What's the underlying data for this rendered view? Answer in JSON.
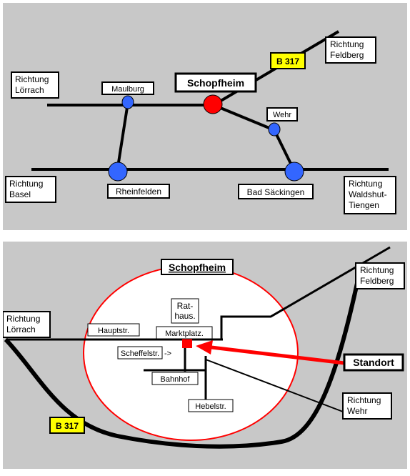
{
  "map_top": {
    "towns": {
      "schopfheim": "Schopfheim",
      "maulburg": "Maulburg",
      "wehr": "Wehr",
      "rheinfelden": "Rheinfelden",
      "bad_saeckingen": "Bad Säckingen"
    },
    "road_badge": "B 317",
    "directions": {
      "feldberg": [
        "Richtung",
        "Feldberg"
      ],
      "loerrach": [
        "Richtung",
        "Lörrach"
      ],
      "basel": [
        "Richtung",
        "Basel"
      ],
      "waldshut": [
        "Richtung",
        "Waldshut-",
        "Tiengen"
      ]
    },
    "colors": {
      "city": "#ff0000",
      "town": "#3366ff",
      "badge": "#ffff00",
      "background": "#c8c8c8"
    }
  },
  "map_bottom": {
    "town_title": "Schopfheim",
    "streets": {
      "hauptstr": "Hauptstr.",
      "rathaus": [
        "Rat-",
        "haus."
      ],
      "marktplatz": "Marktplatz.",
      "scheffelstr": "Scheffelstr.",
      "scheffel_arrow": "->",
      "bahnhof": "Bahnhof",
      "hebelstr": "Hebelstr."
    },
    "road_badge": "B 317",
    "standort": "Standort",
    "directions": {
      "feldberg": [
        "Richtung",
        "Feldberg"
      ],
      "loerrach": [
        "Richtung",
        "Lörrach"
      ],
      "wehr": [
        "Richtung",
        "Wehr"
      ]
    },
    "colors": {
      "ring": "#ff0000",
      "marker": "#ff0000",
      "arrow": "#ff0000",
      "badge": "#ffff00"
    }
  }
}
